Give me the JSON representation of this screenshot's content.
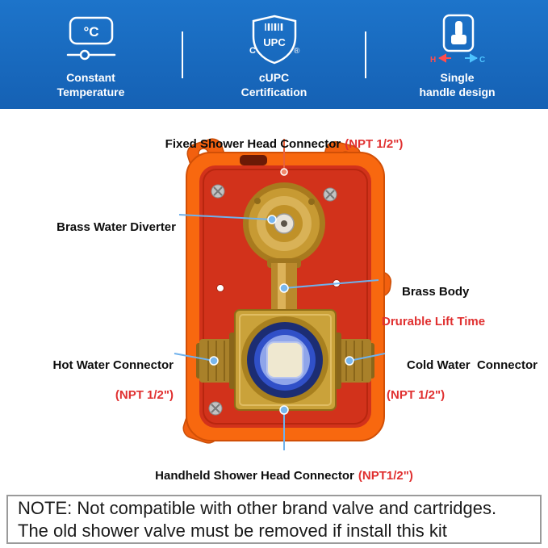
{
  "banner": {
    "bg_color": "#1766BD",
    "features": [
      {
        "line1": "Constant",
        "line2": "Temperature"
      },
      {
        "line1": "cUPC",
        "line2": "Certification"
      },
      {
        "line1": "Single",
        "line2": "handle design"
      }
    ],
    "thermostat_icon_text": "°C",
    "shield_icon_text": "UPC",
    "shield_icon_left": "C",
    "shield_icon_right": "®",
    "handle_icon_hot": "H",
    "handle_icon_cold": "C"
  },
  "annotations": {
    "fixed_shower": {
      "text": "Fixed Shower Head Connector",
      "spec": "(NPT 1/2\")"
    },
    "brass_diverter": {
      "text": "Brass Water Diverter"
    },
    "brass_body": {
      "text": "Brass Body",
      "spec": "Drurable Lift Time"
    },
    "hot_water": {
      "text": "Hot Water Connector",
      "spec": "(NPT 1/2\")"
    },
    "cold_water": {
      "text": "Cold Water  Connector",
      "spec": "(NPT 1/2\")"
    },
    "handheld_shower": {
      "text": "Handheld Shower Head Connector",
      "spec": "(NPT1/2\")"
    }
  },
  "note": {
    "line1": "NOTE: Not compatible with other brand valve and cartridges.",
    "line2": "The old shower valve must be removed if install this kit"
  },
  "colors": {
    "banner_blue": "#1766BD",
    "label_red": "#E03030",
    "leader_blue": "#6FB1EC",
    "leader_orange": "#E8613A",
    "valve_orange": "#F8680F",
    "valve_red": "#D2321B",
    "brass": "#C79A33",
    "cartridge_blue": "#3050C8"
  }
}
